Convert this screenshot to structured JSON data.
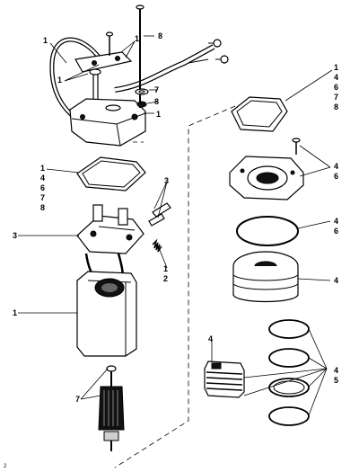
{
  "figure_code": "2",
  "callouts": {
    "hose_left": "1",
    "bracket_left": "1",
    "bolt_long": "8",
    "end_cap_top": "1",
    "washer_7": "7",
    "screw_8": "8",
    "gasket_left": [
      "1",
      "4",
      "6",
      "7",
      "8"
    ],
    "clip_right": "3",
    "brush_holder": "3",
    "spring": [
      "1",
      "2"
    ],
    "frame_housing": "1",
    "armature": "7",
    "gasket_right": [
      "1",
      "4",
      "6",
      "7",
      "8"
    ],
    "end_plate_right": [
      "4",
      "6"
    ],
    "oring": [
      "4",
      "6"
    ],
    "pulley": "4",
    "magnet_stack_label": "4",
    "rings_group": [
      "4",
      "5"
    ]
  }
}
